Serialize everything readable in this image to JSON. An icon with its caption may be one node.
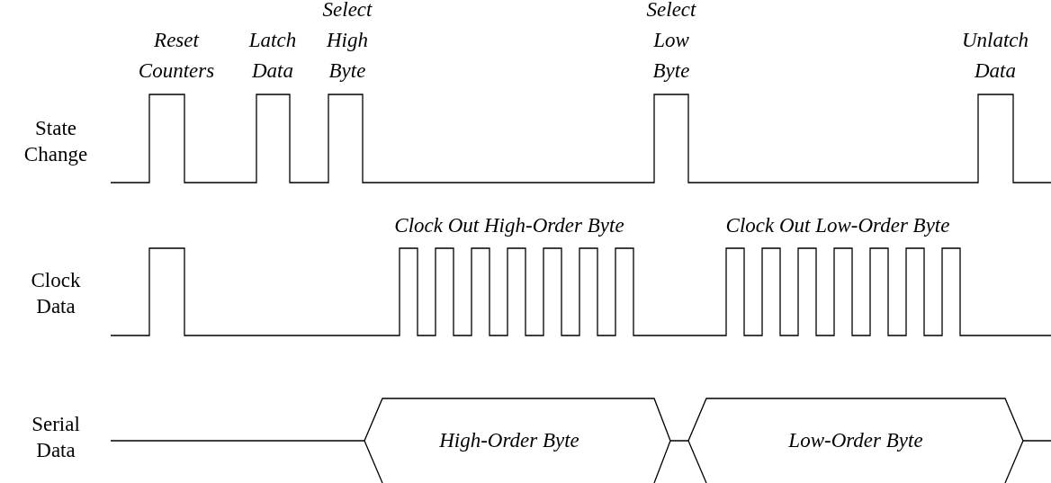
{
  "diagram": {
    "labels": [
      "Reset Counters",
      "Latch Data",
      "Select High Byte",
      "Select Low Byte",
      "Unlatch Data",
      "State Change",
      "Clock Out High-Order Byte",
      "Clock Out Low-Order Byte",
      "Clock Data",
      "Serial Data",
      "High-Order Byte",
      "Low-Order Byte"
    ]
  }
}
